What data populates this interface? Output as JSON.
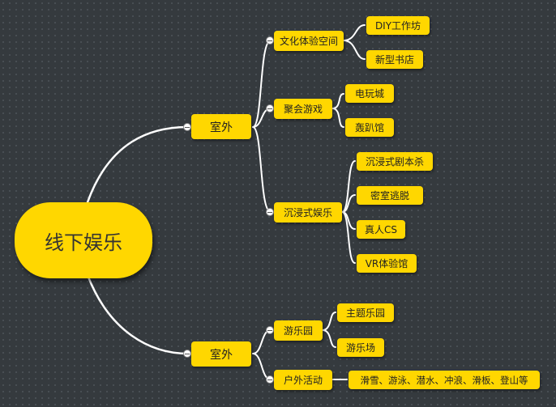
{
  "colors": {
    "background": "#353a3e",
    "node_fill": "#ffd700",
    "connector": "#ffffff"
  },
  "root": {
    "label": "线下娱乐"
  },
  "branches": [
    {
      "label": "室外",
      "children": [
        {
          "label": "文化体验空间",
          "children": [
            {
              "label": "DIY工作坊"
            },
            {
              "label": "新型书店"
            }
          ]
        },
        {
          "label": "聚会游戏",
          "children": [
            {
              "label": "电玩城"
            },
            {
              "label": "轰趴馆"
            }
          ]
        },
        {
          "label": "沉浸式娱乐",
          "children": [
            {
              "label": "沉浸式剧本杀"
            },
            {
              "label": "密室逃脱"
            },
            {
              "label": "真人CS"
            },
            {
              "label": "VR体验馆"
            }
          ]
        }
      ]
    },
    {
      "label": "室外",
      "children": [
        {
          "label": "游乐园",
          "children": [
            {
              "label": "主题乐园"
            },
            {
              "label": "游乐场"
            }
          ]
        },
        {
          "label": "户外活动",
          "children": [
            {
              "label": "滑雪、游泳、潜水、冲浪、滑板、登山等"
            }
          ]
        }
      ]
    }
  ]
}
